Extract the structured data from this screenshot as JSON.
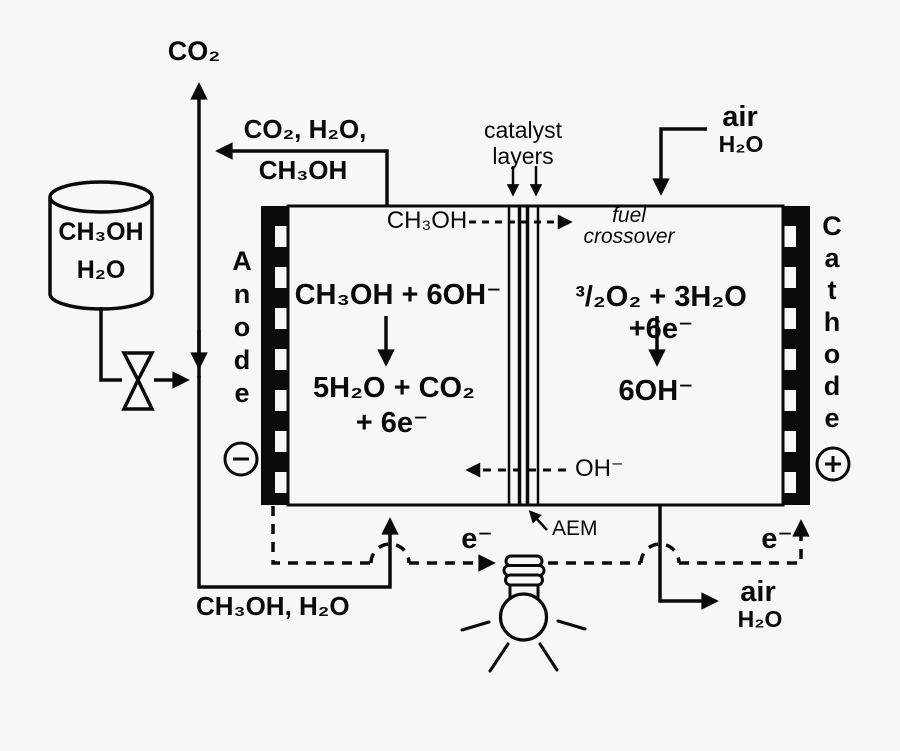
{
  "colors": {
    "ink": "#0a0a0a",
    "background": "#f7f7f7"
  },
  "tank": {
    "contents": "CH₃OH\nH₂O"
  },
  "streams": {
    "co2_vent": "CO₂",
    "recycle_line1": "CO₂, H₂O,",
    "recycle_line2": "CH₃OH",
    "anode_inlet": "CH₃OH, H₂O",
    "air_inlet_gas": "air",
    "air_inlet_water": "H₂O",
    "air_outlet_gas": "air",
    "air_outlet_water": "H₂O",
    "electron_left": "e⁻",
    "electron_right": "e⁻"
  },
  "cell": {
    "anode_label": "A\nn\no\nd\ne",
    "cathode_label": "C\na\nt\nh\no\nd\ne",
    "catalyst_layers": "catalyst\nlayers",
    "membrane": "AEM",
    "crossover_species": "CH₃OH",
    "crossover_note": "fuel\ncrossover",
    "hydroxide_ion": "OH⁻",
    "anode_reactants": "CH₃OH + 6OH⁻",
    "anode_products_line1": "5H₂O + CO₂",
    "anode_products_line2": "+ 6e⁻",
    "cathode_reactants": "³/₂O₂ + 3H₂O +6e⁻",
    "cathode_products": "6OH⁻"
  }
}
